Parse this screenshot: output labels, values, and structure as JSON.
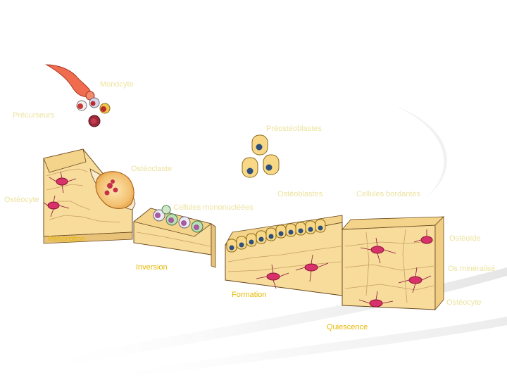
{
  "labels": {
    "monocyte": "Monocyte",
    "precursors": "Précurseurs",
    "preosteoblasts": "Préostéoblastes",
    "osteoclast": "Ostéoclaste",
    "osteocyte_left": "Ostéocyte",
    "osteoblasts": "Ostéoblastes",
    "bone_lining": "Cellules bordantes",
    "mononuclear": "Cellules mononucléées",
    "right_1": "Ostéoïde",
    "right_2": "Os minéralisé",
    "right_3": "Ostéocyte"
  },
  "phases": {
    "resorption": "Résorption",
    "inversion": "Inversion",
    "formation": "Formation",
    "quiescence": "Quiescence"
  },
  "colors": {
    "phase_label": "#e4b800",
    "faint_label": "#ece3a0",
    "bone": "#f7dc9c",
    "bone_side": "#f1cd83",
    "bone_line": "#6b4a1e",
    "osteocyte": "#d8326a",
    "blood_vessel": "#ef6c4e"
  }
}
